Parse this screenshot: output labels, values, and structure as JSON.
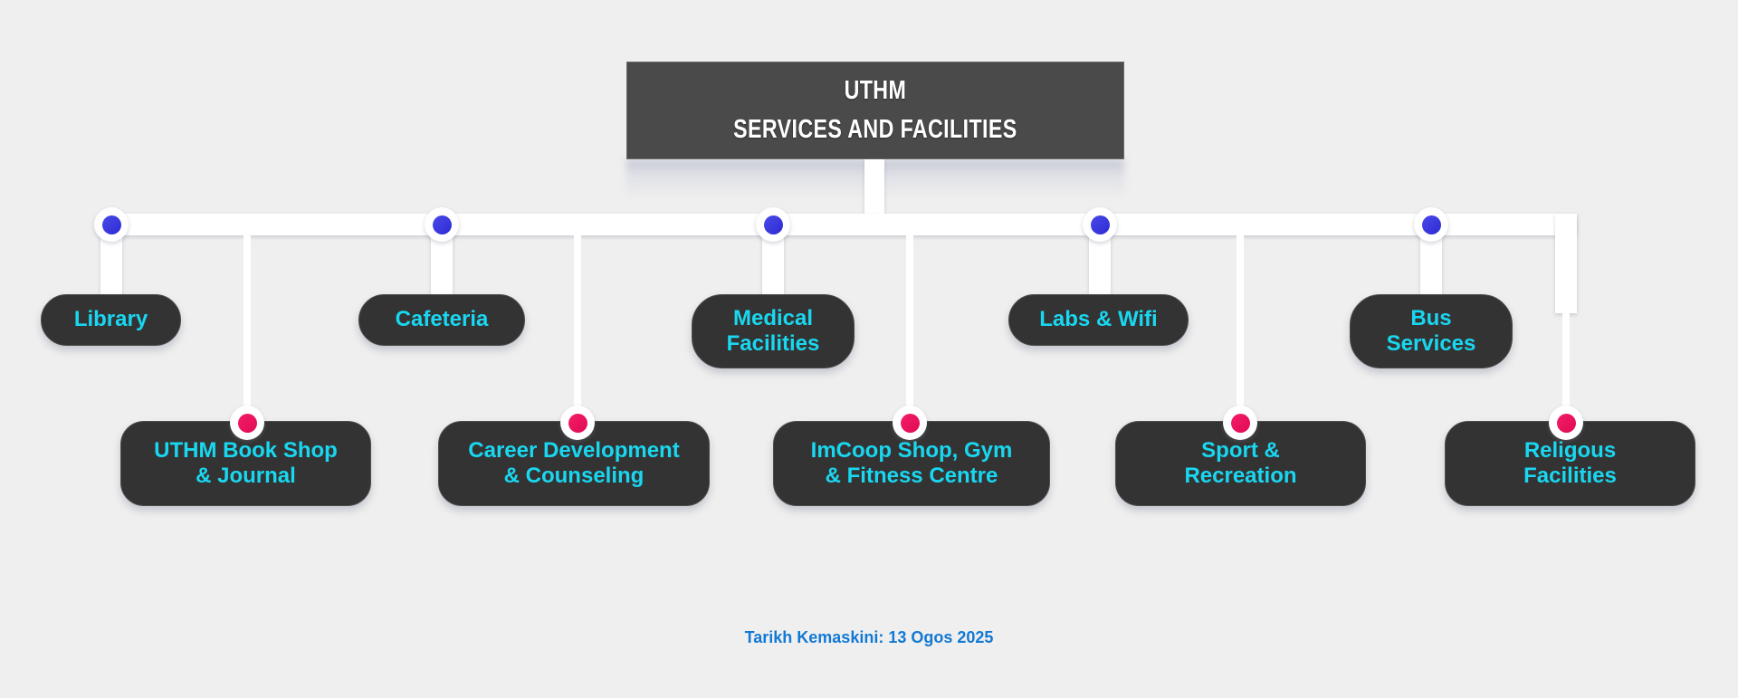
{
  "page": {
    "background_color": "#efefef",
    "title": "UTHM Services and Facilities Organisational Chart"
  },
  "root": {
    "line1": "UTHM",
    "line2": "SERVICES AND FACILITIES",
    "background_color": "#4a4a4a",
    "text_color": "#ffffff"
  },
  "colors": {
    "node_background": "#333333",
    "node_text": "#19d7f0",
    "connector": "#ffffff",
    "dot_blue": "#2b2bd4",
    "dot_pink": "#e8155e",
    "footer_text": "#1279d4"
  },
  "top_row": [
    {
      "label": "Library",
      "lines": [
        "Library"
      ],
      "dot": "blue"
    },
    {
      "label": "Cafeteria",
      "lines": [
        "Cafeteria"
      ],
      "dot": "blue"
    },
    {
      "label": "Medical Facilities",
      "lines": [
        "Medical",
        "Facilities"
      ],
      "dot": "blue"
    },
    {
      "label": "Labs & Wifi",
      "lines": [
        "Labs & Wifi"
      ],
      "dot": "blue"
    },
    {
      "label": "Bus Services",
      "lines": [
        "Bus",
        "Services"
      ],
      "dot": "blue"
    }
  ],
  "bottom_row": [
    {
      "label": "UTHM Book Shop & Journal",
      "lines": [
        "UTHM Book Shop",
        "& Journal"
      ],
      "dot": "pink"
    },
    {
      "label": "Career Development & Counseling",
      "lines": [
        "Career Development",
        "& Counseling"
      ],
      "dot": "pink"
    },
    {
      "label": "ImCoop Shop, Gym & Fitness Centre",
      "lines": [
        "ImCoop Shop, Gym",
        "& Fitness Centre"
      ],
      "dot": "pink"
    },
    {
      "label": "Sport & Recreation",
      "lines": [
        "Sport &",
        "Recreation"
      ],
      "dot": "pink"
    },
    {
      "label": "Religous Facilities",
      "lines": [
        "Religous",
        "Facilities"
      ],
      "dot": "pink"
    }
  ],
  "footer": {
    "date_text": "Tarikh Kemaskini: 13 Ogos 2025"
  }
}
